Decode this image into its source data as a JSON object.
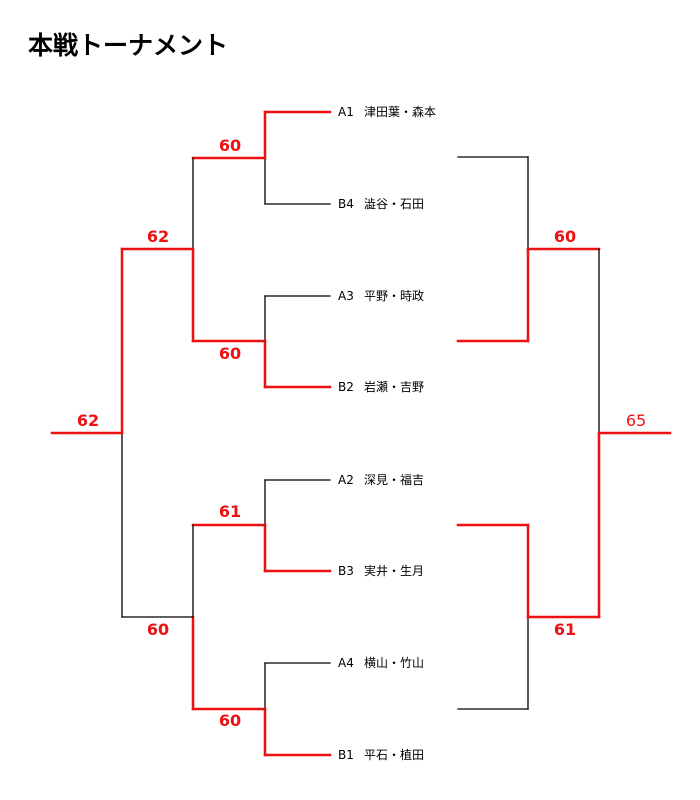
{
  "title": "本戦トーナメント",
  "colors": {
    "winner": "#ee1111",
    "line": "#000000"
  },
  "entries": [
    {
      "seed": "A1",
      "name": "津田葉・森本"
    },
    {
      "seed": "B4",
      "name": "澁谷・石田"
    },
    {
      "seed": "A3",
      "name": "平野・時政"
    },
    {
      "seed": "B2",
      "name": "岩瀬・吉野"
    },
    {
      "seed": "A2",
      "name": "深見・福吉"
    },
    {
      "seed": "B3",
      "name": "実井・生月"
    },
    {
      "seed": "A4",
      "name": "横山・竹山"
    },
    {
      "seed": "B1",
      "name": "平石・植田"
    }
  ],
  "scores": {
    "r1_match1": "60",
    "r1_match2": "60",
    "r1_match3": "61",
    "r1_match4": "60",
    "semi_top": "62",
    "semi_bottom": "60",
    "left_final": "62",
    "right_top": "60",
    "right_bottom": "61",
    "right_final": "65"
  }
}
